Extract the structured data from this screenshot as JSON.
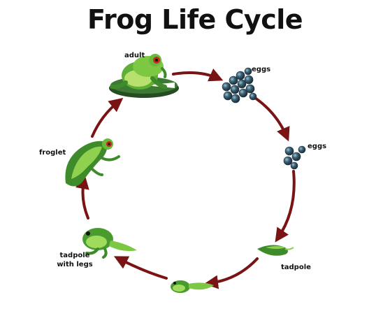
{
  "title": "Frog Life Cycle",
  "stages": [
    {
      "label": "adult",
      "icon": "adult-frog-on-lily-pad-icon"
    },
    {
      "label": "eggs",
      "icon": "frog-egg-cluster-icon"
    },
    {
      "label": "eggs",
      "icon": "small-egg-cluster-icon"
    },
    {
      "label": "tadpole",
      "icon": "tadpole-icon"
    },
    {
      "label": "",
      "icon": "tadpole-growing-icon"
    },
    {
      "label": "tadpole with legs",
      "icon": "tadpole-with-legs-icon"
    },
    {
      "label": "froglet",
      "icon": "froglet-icon"
    }
  ],
  "colors": {
    "arrow": "#7a1414",
    "frog_light": "#8fd14f",
    "frog_dark": "#3d8b2a",
    "lily_pad": "#2f5d2a",
    "egg": "#2c4a5a"
  }
}
